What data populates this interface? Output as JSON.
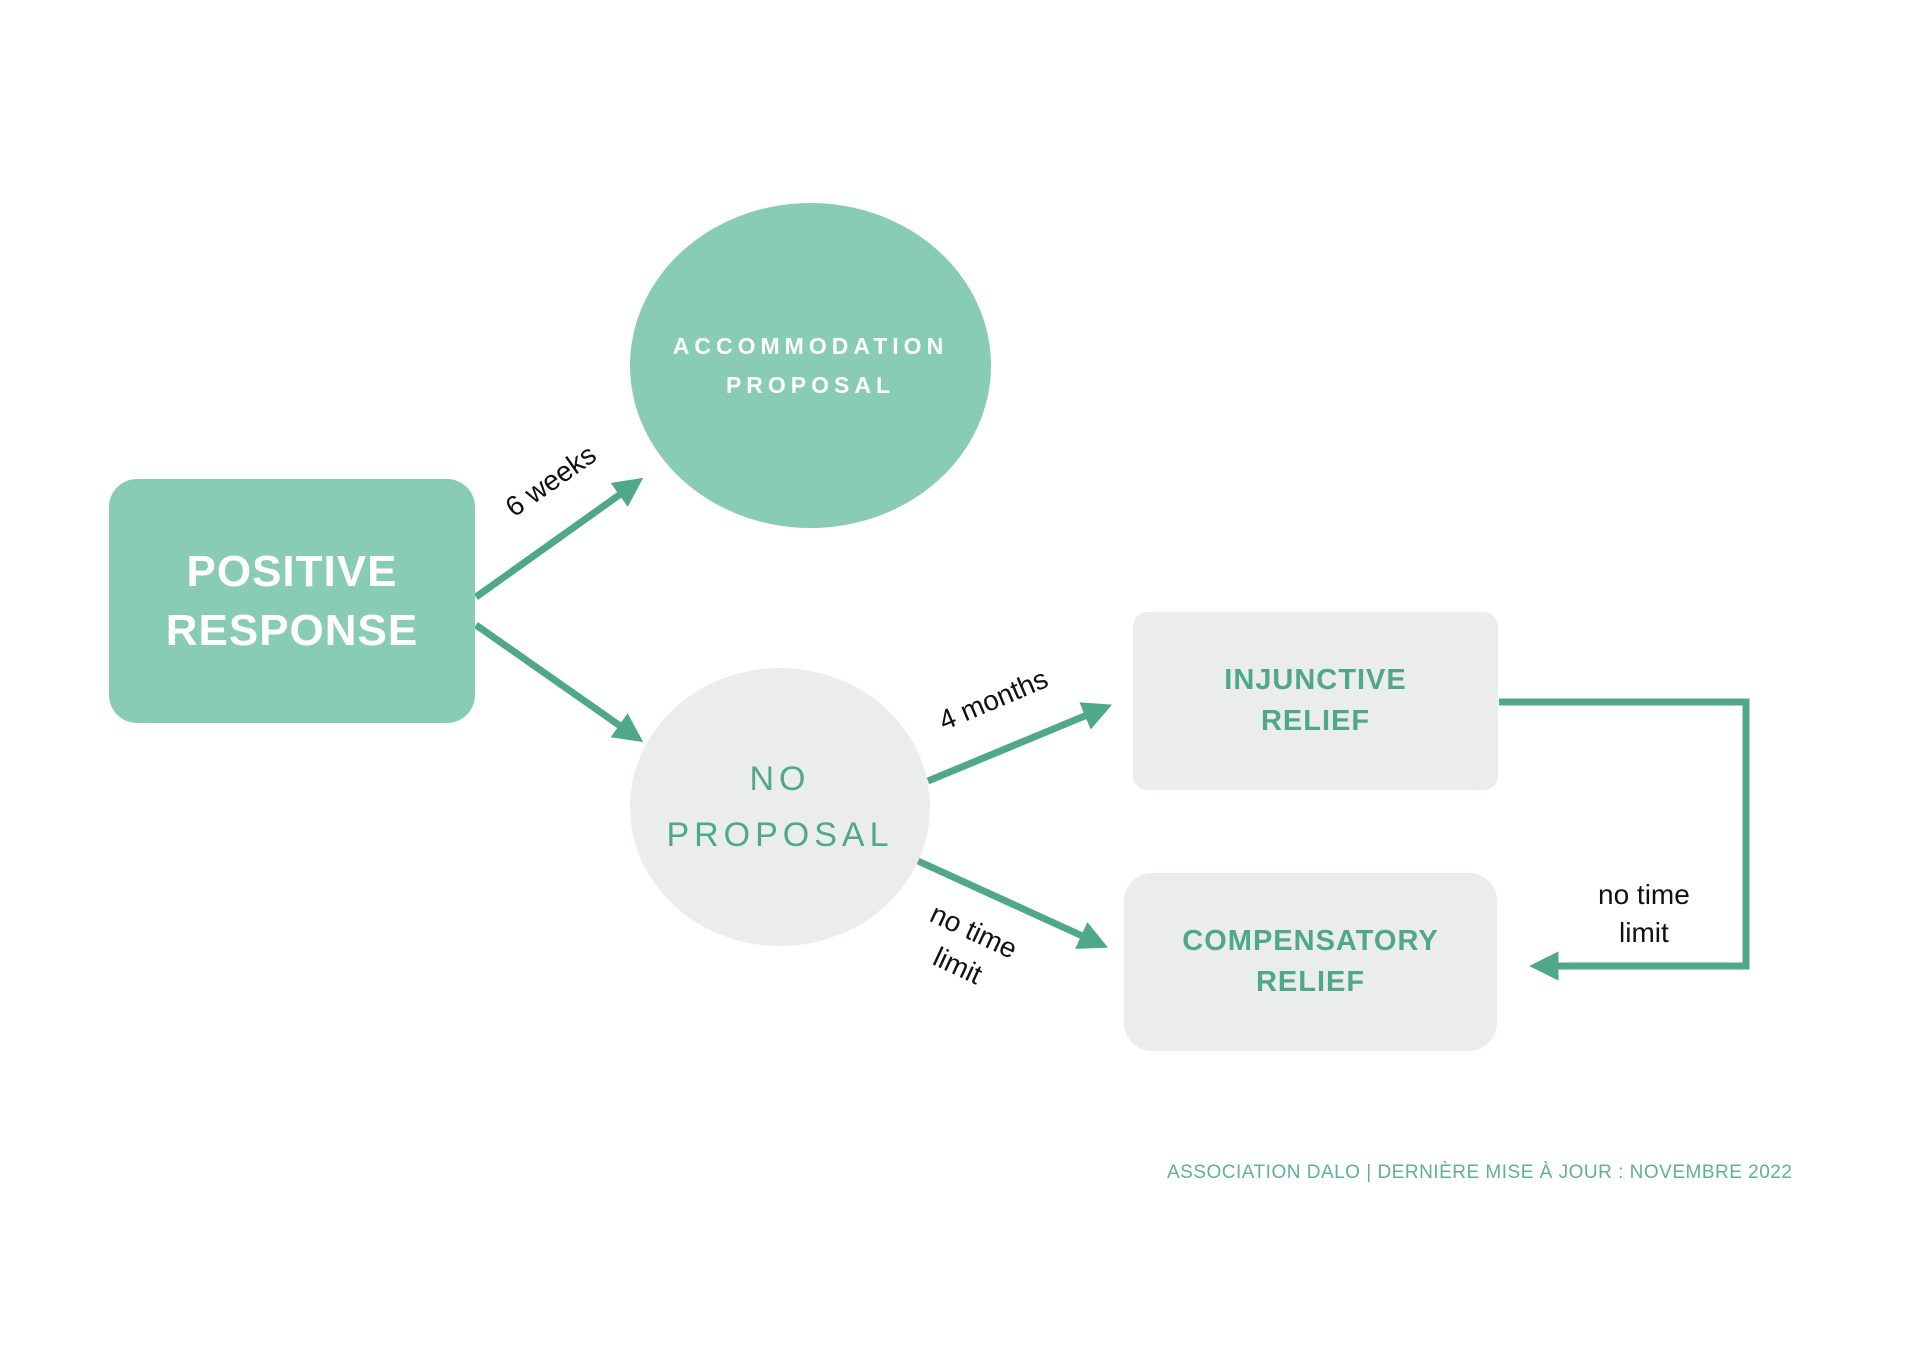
{
  "colors": {
    "accent": "#4fa887",
    "node_fill_primary": "#87ccb3",
    "node_fill_secondary": "#ebedeb",
    "connector": "#4fa887",
    "label_text": "#111111",
    "footer_text": "#5fb095"
  },
  "nodes": {
    "positive_response": {
      "line1": "POSITIVE",
      "line2": "RESPONSE"
    },
    "accommodation_proposal": {
      "line1": "ACCOMMODATION",
      "line2": "PROPOSAL"
    },
    "no_proposal": {
      "line1": "NO",
      "line2": "PROPOSAL"
    },
    "injunctive_relief": {
      "line1": "INJUNCTIVE",
      "line2": "RELIEF"
    },
    "compensatory_relief": {
      "line1": "COMPENSATORY",
      "line2": "RELIEF"
    }
  },
  "edges": {
    "to_accommodation": {
      "label": "6 weeks"
    },
    "to_injunctive": {
      "label": "4 months"
    },
    "no_proposal_to_compensatory": {
      "line1": "no time",
      "line2": "limit"
    },
    "injunctive_to_compensatory": {
      "line1": "no time",
      "line2": "limit"
    }
  },
  "footer": {
    "text": "ASSOCIATION DALO  | DERNIÈRE MISE À JOUR :  NOVEMBRE 2022"
  }
}
